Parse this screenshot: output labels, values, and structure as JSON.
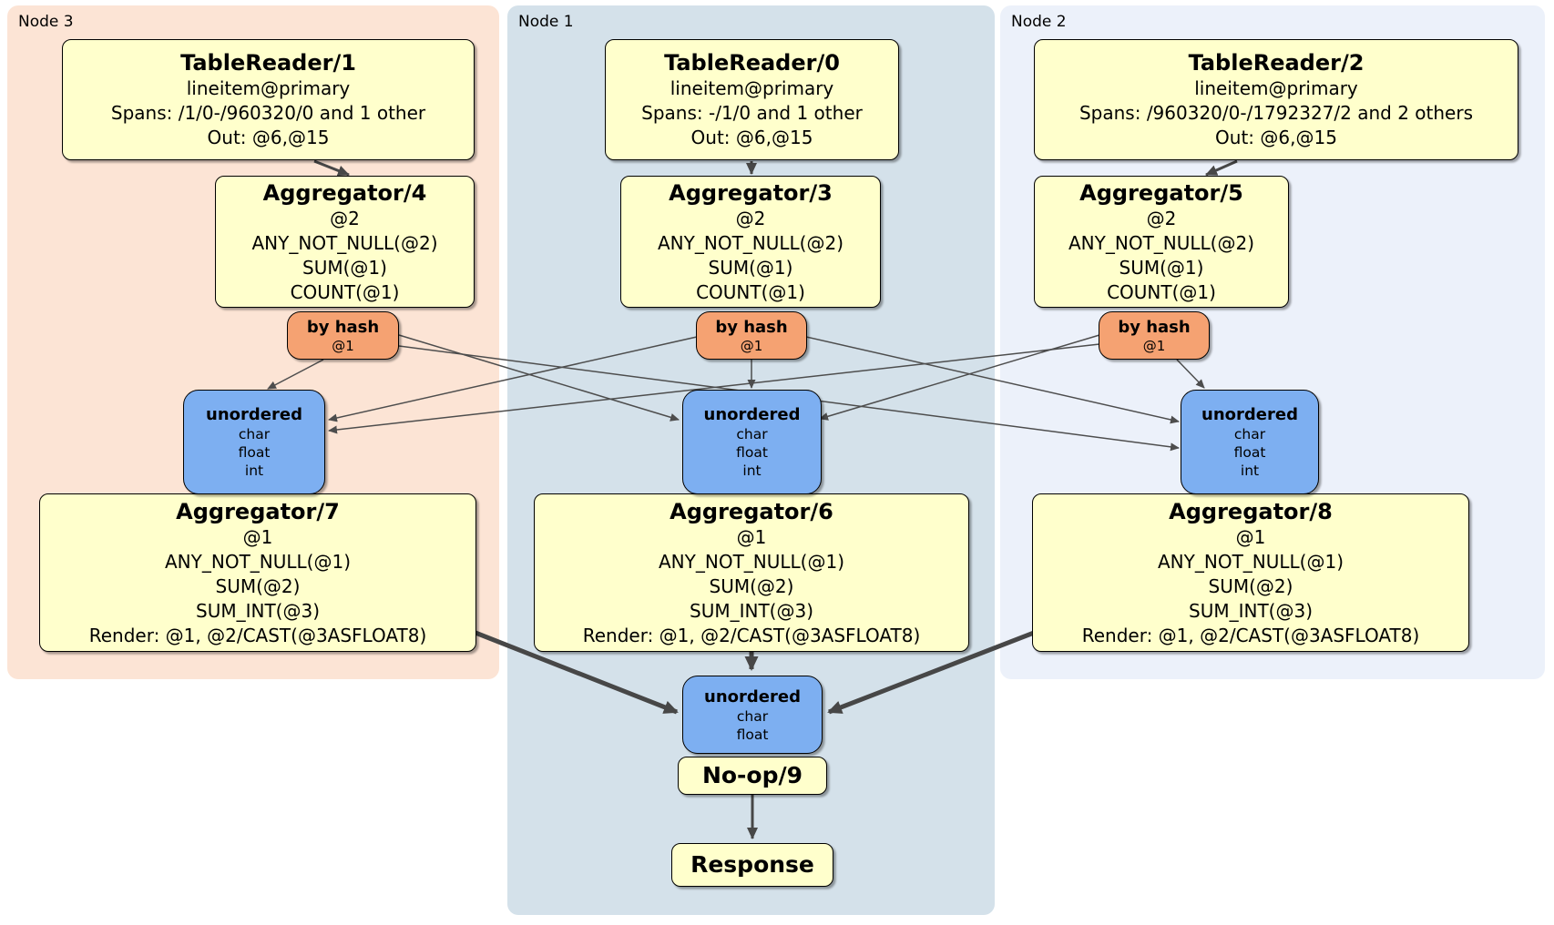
{
  "diagram_type": "distributed SQL physical plan",
  "colors": {
    "node3_bg": "#fce4d5",
    "node1_bg": "#d4e1ea",
    "node2_bg": "#ecf1fa",
    "processor_fill": "#ffffcc",
    "router_fill": "#f5a272",
    "sync_fill": "#7daff1",
    "edge_stroke": "#4d4d4d",
    "border": "#000000"
  },
  "regions": {
    "node3": {
      "label": "Node 3"
    },
    "node1": {
      "label": "Node 1"
    },
    "node2": {
      "label": "Node 2"
    }
  },
  "processors": {
    "tablereader1": {
      "title": "TableReader/1",
      "lines": [
        "lineitem@primary",
        "Spans: /1/0-/960320/0 and 1 other",
        "Out: @6,@15"
      ]
    },
    "tablereader0": {
      "title": "TableReader/0",
      "lines": [
        "lineitem@primary",
        "Spans: -/1/0 and 1 other",
        "Out: @6,@15"
      ]
    },
    "tablereader2": {
      "title": "TableReader/2",
      "lines": [
        "lineitem@primary",
        "Spans: /960320/0-/1792327/2 and 2 others",
        "Out: @6,@15"
      ]
    },
    "aggregator4": {
      "title": "Aggregator/4",
      "lines": [
        "@2",
        "ANY_NOT_NULL(@2)",
        "SUM(@1)",
        "COUNT(@1)"
      ]
    },
    "aggregator3": {
      "title": "Aggregator/3",
      "lines": [
        "@2",
        "ANY_NOT_NULL(@2)",
        "SUM(@1)",
        "COUNT(@1)"
      ]
    },
    "aggregator5": {
      "title": "Aggregator/5",
      "lines": [
        "@2",
        "ANY_NOT_NULL(@2)",
        "SUM(@1)",
        "COUNT(@1)"
      ]
    },
    "aggregator7": {
      "title": "Aggregator/7",
      "lines": [
        "@1",
        "ANY_NOT_NULL(@1)",
        "SUM(@2)",
        "SUM_INT(@3)",
        "Render: @1, @2/CAST(@3ASFLOAT8)"
      ]
    },
    "aggregator6": {
      "title": "Aggregator/6",
      "lines": [
        "@1",
        "ANY_NOT_NULL(@1)",
        "SUM(@2)",
        "SUM_INT(@3)",
        "Render: @1, @2/CAST(@3ASFLOAT8)"
      ]
    },
    "aggregator8": {
      "title": "Aggregator/8",
      "lines": [
        "@1",
        "ANY_NOT_NULL(@1)",
        "SUM(@2)",
        "SUM_INT(@3)",
        "Render: @1, @2/CAST(@3ASFLOAT8)"
      ]
    },
    "noop9": {
      "title": "No-op/9"
    },
    "response": {
      "title": "Response"
    }
  },
  "routers": {
    "hash3": {
      "title": "by hash",
      "lines": [
        "@1"
      ]
    },
    "hash1": {
      "title": "by hash",
      "lines": [
        "@1"
      ]
    },
    "hash2": {
      "title": "by hash",
      "lines": [
        "@1"
      ]
    }
  },
  "syncs": {
    "unordered3": {
      "title": "unordered",
      "lines": [
        "char",
        "float",
        "int"
      ]
    },
    "unordered1": {
      "title": "unordered",
      "lines": [
        "char",
        "float",
        "int"
      ]
    },
    "unordered2": {
      "title": "unordered",
      "lines": [
        "char",
        "float",
        "int"
      ]
    },
    "unorderedFinal": {
      "title": "unordered",
      "lines": [
        "char",
        "float"
      ]
    }
  },
  "edges": [
    {
      "from": "TableReader/1",
      "to": "Aggregator/4"
    },
    {
      "from": "TableReader/0",
      "to": "Aggregator/3"
    },
    {
      "from": "TableReader/2",
      "to": "Aggregator/5"
    },
    {
      "from": "by hash (Node 3)",
      "to": "unordered (Node 3)"
    },
    {
      "from": "by hash (Node 3)",
      "to": "unordered (Node 1)"
    },
    {
      "from": "by hash (Node 3)",
      "to": "unordered (Node 2)"
    },
    {
      "from": "by hash (Node 1)",
      "to": "unordered (Node 3)"
    },
    {
      "from": "by hash (Node 1)",
      "to": "unordered (Node 1)"
    },
    {
      "from": "by hash (Node 1)",
      "to": "unordered (Node 2)"
    },
    {
      "from": "by hash (Node 2)",
      "to": "unordered (Node 3)"
    },
    {
      "from": "by hash (Node 2)",
      "to": "unordered (Node 1)"
    },
    {
      "from": "by hash (Node 2)",
      "to": "unordered (Node 2)"
    },
    {
      "from": "Aggregator/7",
      "to": "unordered (final)"
    },
    {
      "from": "Aggregator/6",
      "to": "unordered (final)"
    },
    {
      "from": "Aggregator/8",
      "to": "unordered (final)"
    },
    {
      "from": "No-op/9",
      "to": "Response"
    }
  ]
}
